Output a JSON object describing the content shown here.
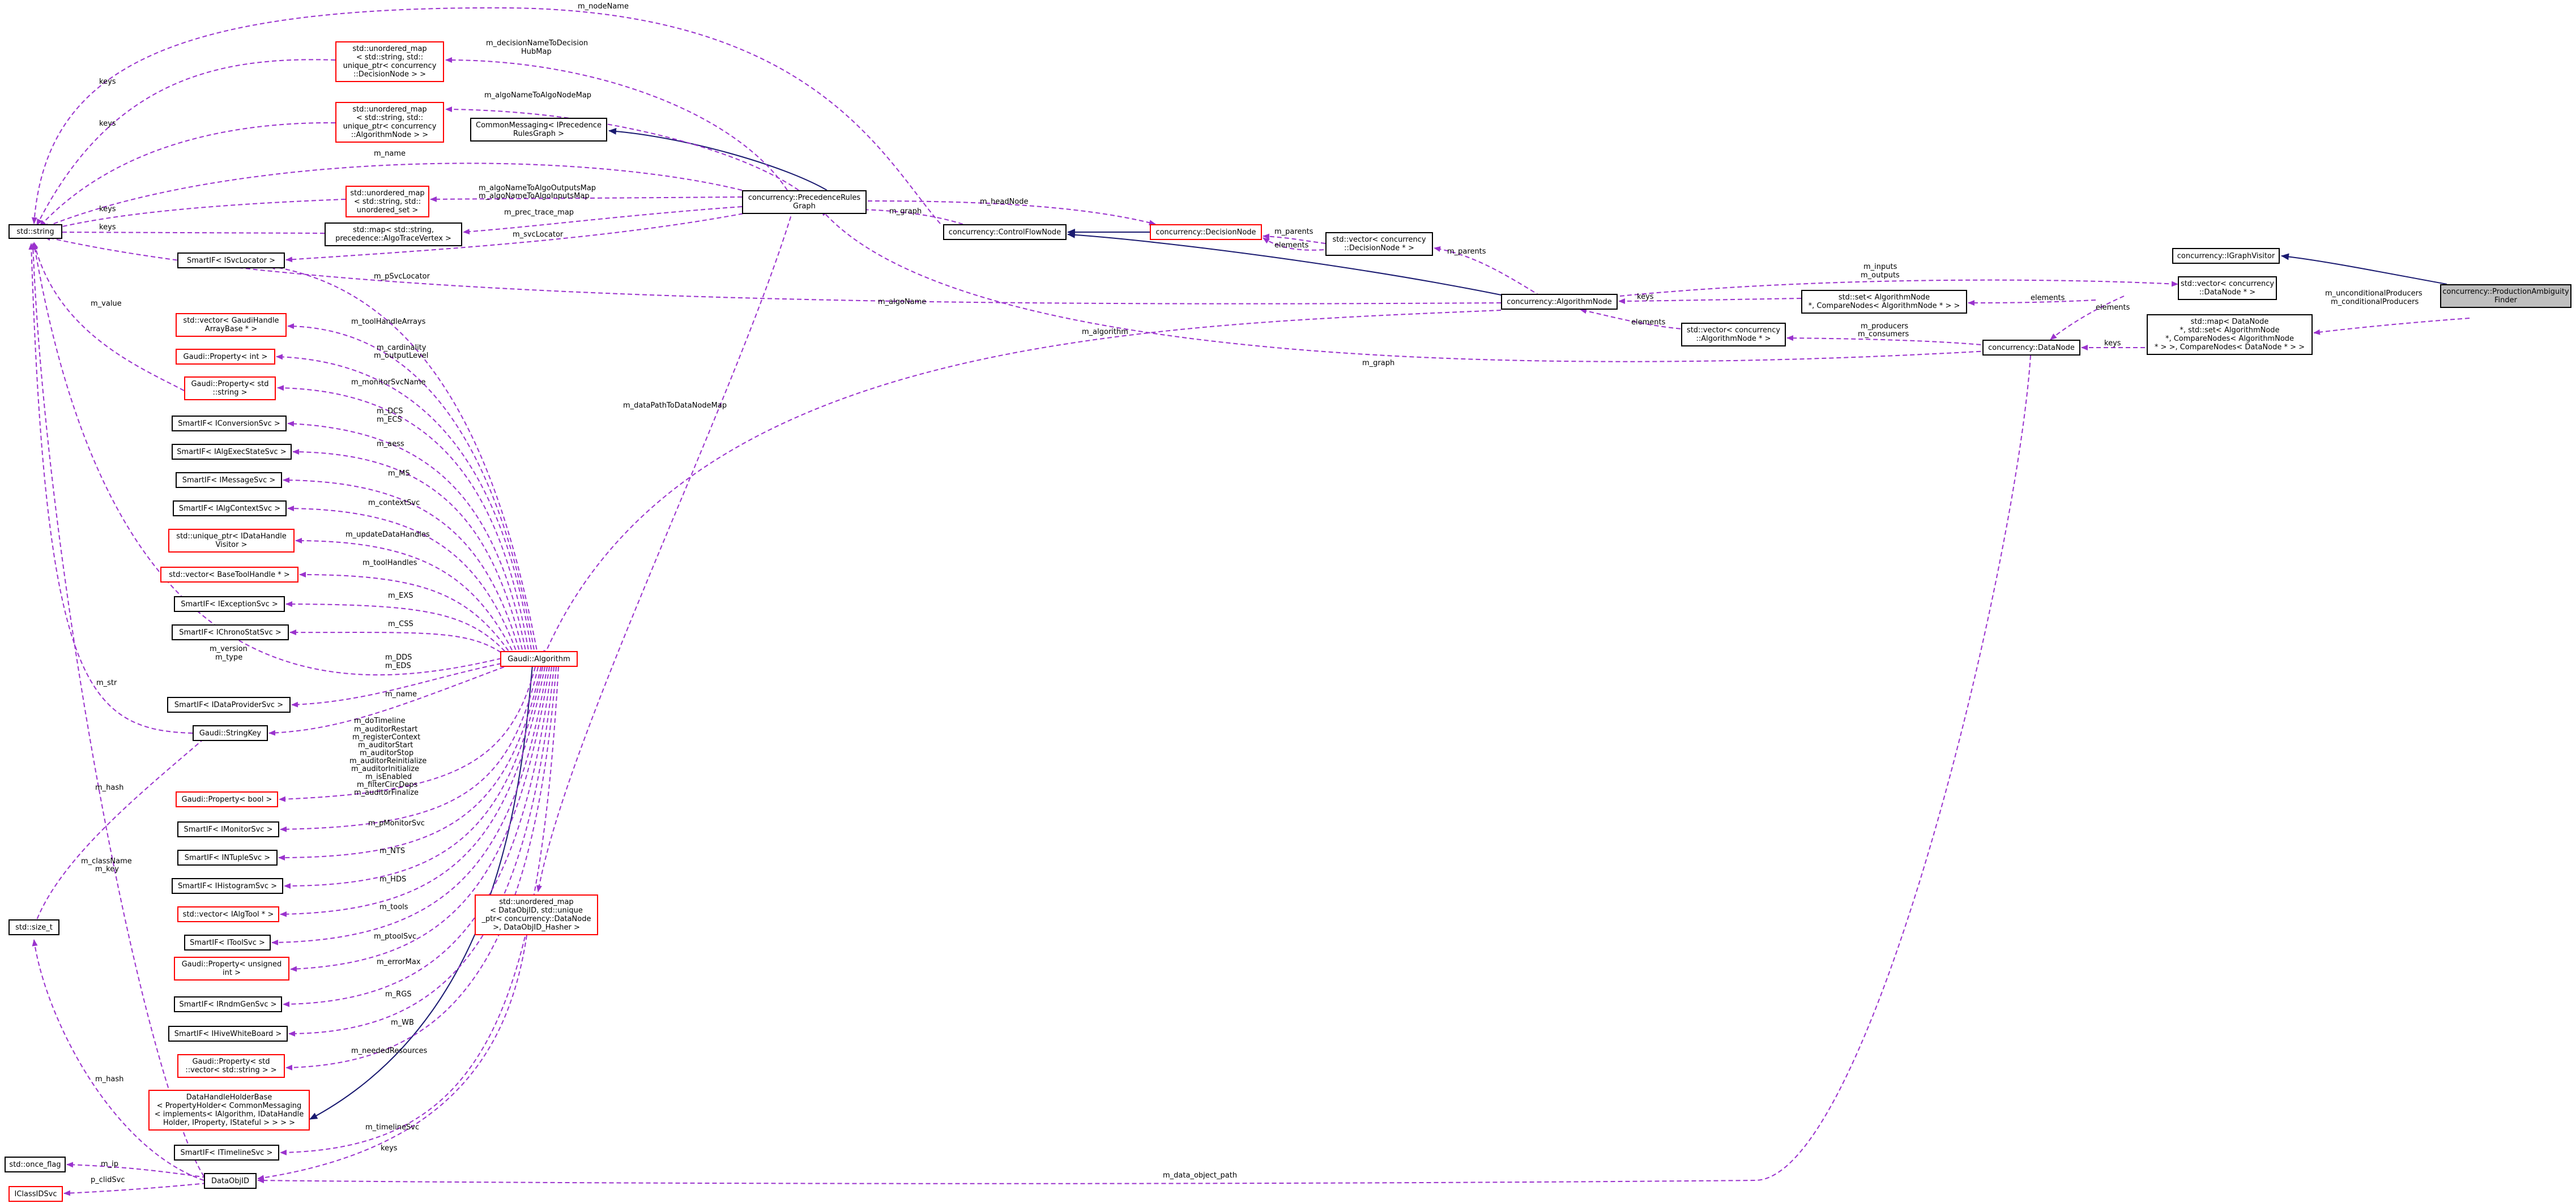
{
  "colors": {
    "usage_edge": "#9a32cd",
    "inheritance_edge": "#191970",
    "incomplete_border": "#ff0000",
    "complete_border": "#000000",
    "selected_fill": "#bfbfbf"
  },
  "nodes": {
    "std_string": {
      "lines": [
        "std::string"
      ]
    },
    "umap_decision": {
      "lines": [
        "std::unordered_map",
        "< std::string, std::",
        "unique_ptr< concurrency",
        "::DecisionNode > >"
      ]
    },
    "umap_algonode": {
      "lines": [
        "std::unordered_map",
        "< std::string, std::",
        "unique_ptr< concurrency",
        "::AlgorithmNode > >"
      ]
    },
    "prec_rules_graph_iface": {
      "lines": [
        "CommonMessaging< IPrecedence",
        "RulesGraph >"
      ]
    },
    "umap_uset": {
      "lines": [
        "std::unordered_map",
        "< std::string, std::",
        "unordered_set >"
      ]
    },
    "map_prec_trace": {
      "lines": [
        "std::map< std::string,",
        "precedence::AlgoTraceVertex >"
      ]
    },
    "svc_locator": {
      "lines": [
        "SmartIF< ISvcLocator >"
      ]
    },
    "prec_rules_graph": {
      "lines": [
        "concurrency::PrecedenceRules",
        "Graph"
      ]
    },
    "control_flow_node": {
      "lines": [
        "concurrency::ControlFlowNode"
      ]
    },
    "decision_node": {
      "lines": [
        "concurrency::DecisionNode"
      ]
    },
    "vec_decision": {
      "lines": [
        "std::vector< concurrency",
        "::DecisionNode * >"
      ]
    },
    "algorithm_node": {
      "lines": [
        "concurrency::AlgorithmNode"
      ]
    },
    "set_algnode": {
      "lines": [
        "std::set< AlgorithmNode",
        "*, CompareNodes< AlgorithmNode * > >"
      ]
    },
    "vec_algnode": {
      "lines": [
        "std::vector< concurrency",
        "::AlgorithmNode * >"
      ]
    },
    "data_node": {
      "lines": [
        "concurrency::DataNode"
      ]
    },
    "igraph_visitor": {
      "lines": [
        "concurrency::IGraphVisitor"
      ]
    },
    "vec_datanode": {
      "lines": [
        "std::vector< concurrency",
        "::DataNode * >"
      ]
    },
    "map_datanode": {
      "lines": [
        "std::map< DataNode",
        "*, std::set< AlgorithmNode",
        "*, CompareNodes< AlgorithmNode",
        "* > >, CompareNodes< DataNode * > >"
      ]
    },
    "production_ambiguity": {
      "lines": [
        "concurrency::ProductionAmbiguity",
        "Finder"
      ]
    },
    "vec_gaudihandle": {
      "lines": [
        "std::vector< GaudiHandle",
        "ArrayBase * >"
      ]
    },
    "prop_int": {
      "lines": [
        "Gaudi::Property< int >"
      ]
    },
    "prop_string": {
      "lines": [
        "Gaudi::Property< std",
        "::string >"
      ]
    },
    "iconversion": {
      "lines": [
        "SmartIF< IConversionSvc >"
      ]
    },
    "ialgexec": {
      "lines": [
        "SmartIF< IAlgExecStateSvc >"
      ]
    },
    "imessage": {
      "lines": [
        "SmartIF< IMessageSvc >"
      ]
    },
    "ialgcontext": {
      "lines": [
        "SmartIF< IAlgContextSvc >"
      ]
    },
    "uptr_datahandle": {
      "lines": [
        "std::unique_ptr< IDataHandle",
        "Visitor >"
      ]
    },
    "vec_basetool": {
      "lines": [
        "std::vector< BaseToolHandle * >"
      ]
    },
    "iexception": {
      "lines": [
        "SmartIF< IExceptionSvc >"
      ]
    },
    "ichrono": {
      "lines": [
        "SmartIF< IChronoStatSvc >"
      ]
    },
    "gaudi_algorithm": {
      "lines": [
        "Gaudi::Algorithm"
      ]
    },
    "idataprovider": {
      "lines": [
        "SmartIF< IDataProviderSvc >"
      ]
    },
    "string_key": {
      "lines": [
        "Gaudi::StringKey"
      ]
    },
    "prop_bool": {
      "lines": [
        "Gaudi::Property< bool >"
      ]
    },
    "imonitor": {
      "lines": [
        "SmartIF< IMonitorSvc >"
      ]
    },
    "intuple": {
      "lines": [
        "SmartIF< INTupleSvc >"
      ]
    },
    "ihistogram": {
      "lines": [
        "SmartIF< IHistogramSvc >"
      ]
    },
    "vec_ialgtool": {
      "lines": [
        "std::vector< IAlgTool * >"
      ]
    },
    "itool": {
      "lines": [
        "SmartIF< IToolSvc >"
      ]
    },
    "umap_dataobjid": {
      "lines": [
        "std::unordered_map",
        "< DataObjID, std::unique",
        "_ptr< concurrency::DataNode",
        ">, DataObjID_Hasher >"
      ]
    },
    "prop_unsigned": {
      "lines": [
        "Gaudi::Property< unsigned",
        "int >"
      ]
    },
    "irndm": {
      "lines": [
        "SmartIF< IRndmGenSvc >"
      ]
    },
    "ihive": {
      "lines": [
        "SmartIF< IHiveWhiteBoard >"
      ]
    },
    "prop_vecstring": {
      "lines": [
        "Gaudi::Property< std",
        "::vector< std::string > >"
      ]
    },
    "datahandle_holder": {
      "lines": [
        "DataHandleHolderBase",
        "< PropertyHolder< CommonMessaging",
        "< implements< IAlgorithm, IDataHandle",
        "Holder, IProperty, IStateful > > > >"
      ]
    },
    "size_t": {
      "lines": [
        "std::size_t"
      ]
    },
    "itimeline": {
      "lines": [
        "SmartIF< ITimelineSvc >"
      ]
    },
    "once_flag": {
      "lines": [
        "std::once_flag"
      ]
    },
    "dataobjid": {
      "lines": [
        "DataObjID"
      ]
    },
    "iclassidsvc": {
      "lines": [
        "IClassIDSvc"
      ]
    }
  },
  "edge_labels": {
    "m_nodeName": "m_nodeName",
    "keys": "keys",
    "m_decisionNameToDecisionHubMap": [
      "m_decisionNameToDecision",
      "HubMap"
    ],
    "m_algoNameToAlgoNodeMap": "m_algoNameToAlgoNodeMap",
    "m_name": "m_name",
    "m_algoNameToAlgoOutputsMap": [
      "m_algoNameToAlgoOutputsMap",
      "m_algoNameToAlgoInputsMap"
    ],
    "m_prec_trace_map": "m_prec_trace_map",
    "m_svcLocator": "m_svcLocator",
    "m_headNode": "m_headNode",
    "m_graph": "m_graph",
    "m_parents": "m_parents",
    "elements": "elements",
    "m_inputs_outputs": [
      "m_inputs",
      "m_outputs"
    ],
    "m_algoName": "m_algoName",
    "m_value": "m_value",
    "m_pSvcLocator": "m_pSvcLocator",
    "m_toolHandleArrays": "m_toolHandleArrays",
    "m_algorithm": "m_algorithm",
    "m_producers_consumers": [
      "m_producers",
      "m_consumers"
    ],
    "m_unconditionalProducers": [
      "m_unconditionalProducers",
      "m_conditionalProducers"
    ],
    "m_cardinality": [
      "m_cardinality",
      "m_outputLevel"
    ],
    "m_monitorSvcName": "m_monitorSvcName",
    "m_dataPathToDataNodeMap": "m_dataPathToDataNodeMap",
    "m_DCS_ECS": [
      "m_DCS",
      "m_ECS"
    ],
    "m_aess": "m_aess",
    "m_MS": "m_MS",
    "m_contextSvc": "m_contextSvc",
    "m_updateDataHandles": "m_updateDataHandles",
    "m_toolHandles": "m_toolHandles",
    "m_EXS": "m_EXS",
    "m_CSS": "m_CSS",
    "m_version_type": [
      "m_version",
      "m_type"
    ],
    "m_DDS_EDS": [
      "m_DDS",
      "m_EDS"
    ],
    "m_str": "m_str",
    "m_flags": [
      "m_doTimeline",
      "m_auditorRestart",
      "m_registerContext",
      "m_auditorStart",
      "m_auditorStop",
      "m_auditorReinitialize",
      "m_auditorInitialize",
      "m_isEnabled",
      "m_filterCircDeps",
      "m_auditorFinalize"
    ],
    "m_pMonitorSvc": "m_pMonitorSvc",
    "m_NTS": "m_NTS",
    "m_HDS": "m_HDS",
    "m_tools": "m_tools",
    "m_hash": "m_hash",
    "m_className_key": [
      "m_className",
      "m_key"
    ],
    "m_ptoolSvc": "m_ptoolSvc",
    "m_errorMax": "m_errorMax",
    "m_RGS": "m_RGS",
    "m_WB": "m_WB",
    "m_neededResources": "m_neededResources",
    "m_timelineSvc": "m_timelineSvc",
    "m_data_object_path": "m_data_object_path",
    "m_ip": "m_ip",
    "p_clidSvc": "p_clidSvc"
  }
}
